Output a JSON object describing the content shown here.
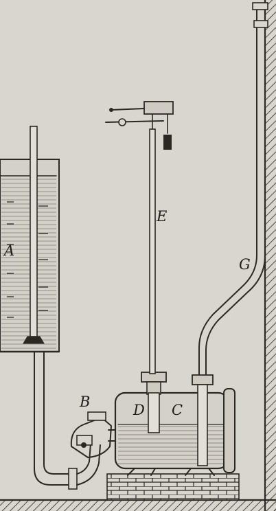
{
  "figure": {
    "background_color": "#d9d6cf",
    "ink_color": "#2b2824",
    "labels": {
      "a": "A",
      "b": "B",
      "c": "C",
      "d": "D",
      "e": "E",
      "g": "G"
    }
  }
}
